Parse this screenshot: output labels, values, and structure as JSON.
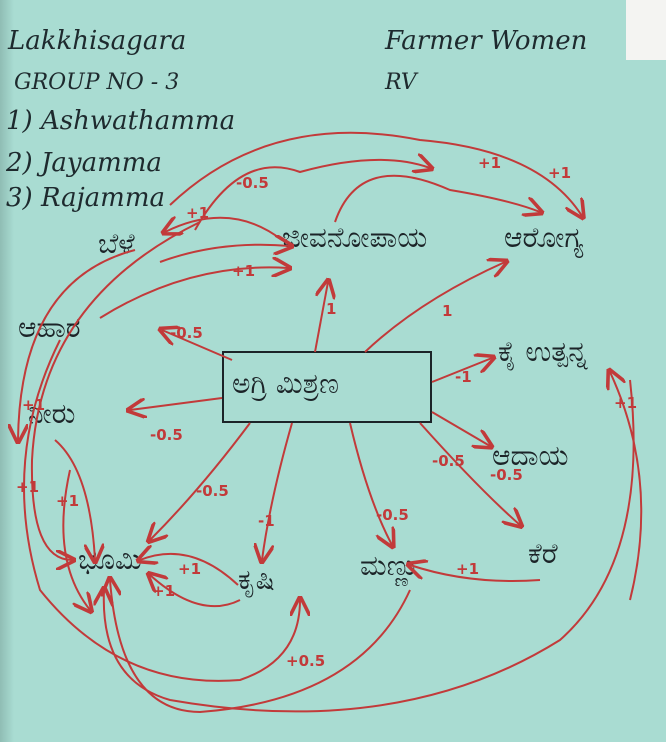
{
  "header": {
    "village": "Lakkhisagara",
    "group": "GROUP NO - 3",
    "members": [
      "1) Ashwathamma",
      "2) Jayamma",
      "3) Rajamma"
    ],
    "title": "Farmer Women",
    "subtitle": "RV"
  },
  "diagram": {
    "center": "ಅಗ್ರಿ ಮಿಶ್ರಣ",
    "nodes": [
      "ಬೆಳೆ",
      "ಜೀವನೋಪಾಯ",
      "ಆರೋಗ್ಯ",
      "ಆಹಾರ",
      "ಕೈ ಉತ್ಪನ್ನ",
      "ನೀರು",
      "ಆದಾಯ",
      "ಭೂಮಿ",
      "ಕೃಷಿ",
      "ಮಣ್ಣು",
      "ಕೆರೆ"
    ],
    "weights": [
      "-0.5",
      "+1",
      "+1",
      "+1",
      "+1",
      "1",
      "1",
      "-0.5",
      "-1",
      "-0.5",
      "-0.5",
      "-0.5",
      "-0.5",
      "-0.5",
      "-1",
      "+1",
      "+1",
      "+1",
      "+1",
      "+1",
      "+1",
      "+1",
      "+0.5"
    ]
  },
  "colors": {
    "paper": "#a9dcd2",
    "ink": "#1c2428",
    "arrow": "#c23a3a"
  }
}
